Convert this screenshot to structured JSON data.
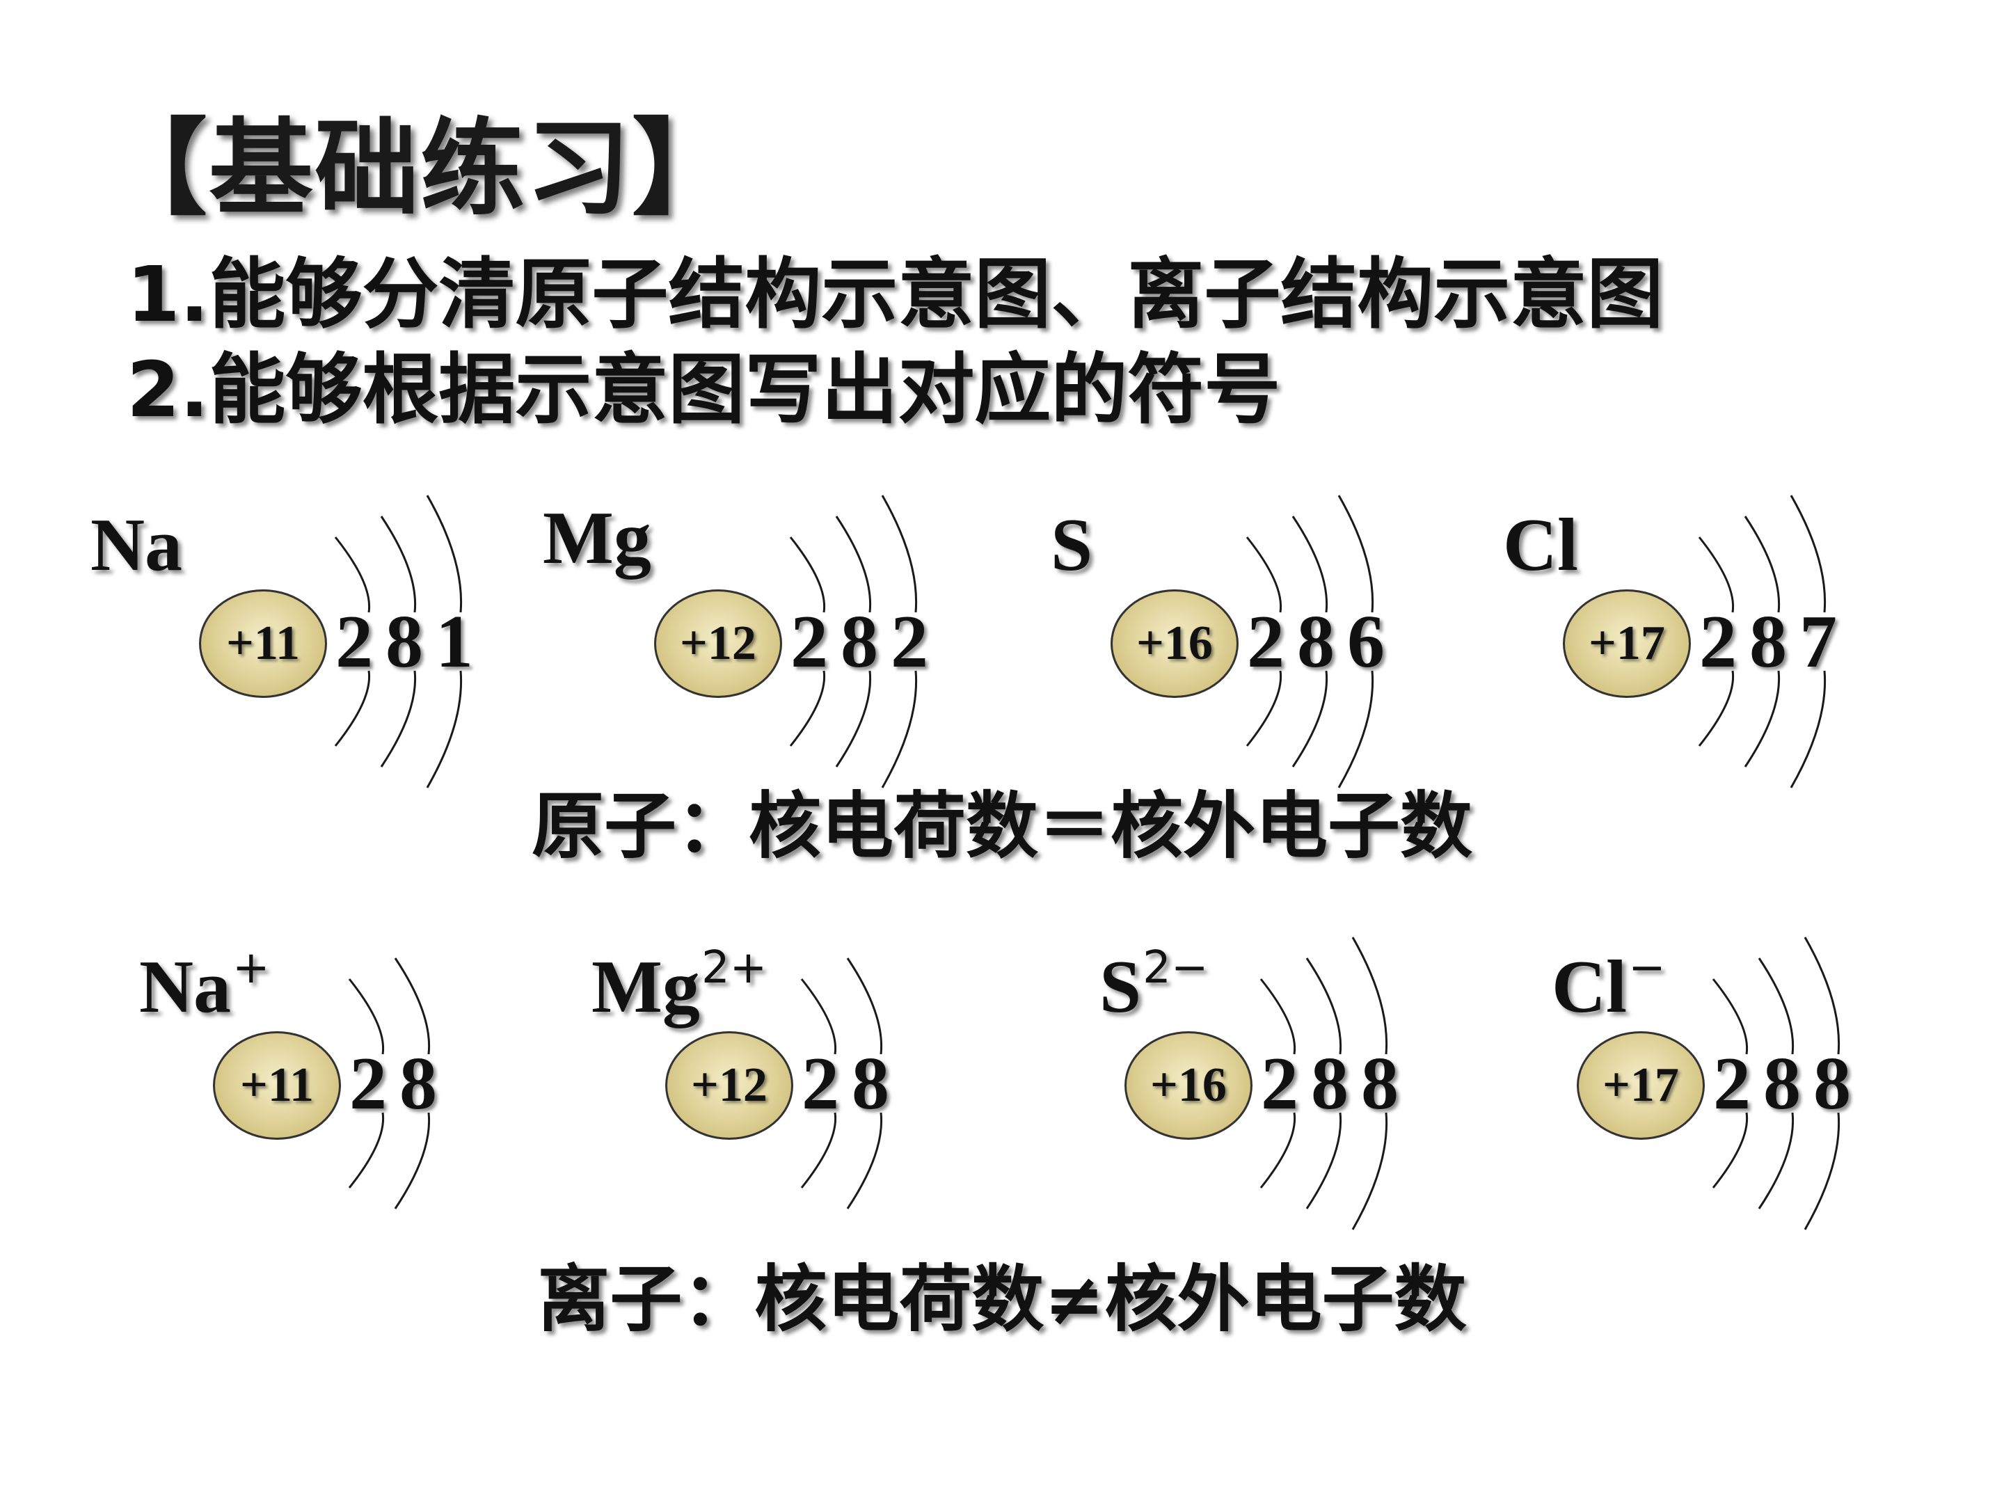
{
  "heading": "【基础练习】",
  "objectives": [
    "1.能够分清原子结构示意图、离子结构示意图",
    "2.能够根据示意图写出对应的符号"
  ],
  "atoms": [
    {
      "symbol": "Na",
      "charge_sup": "",
      "nucleus": "+11",
      "shells": [
        "2",
        "8",
        "1"
      ]
    },
    {
      "symbol": "Mg",
      "charge_sup": "",
      "nucleus": "+12",
      "shells": [
        "2",
        "8",
        "2"
      ]
    },
    {
      "symbol": "S",
      "charge_sup": "",
      "nucleus": "+16",
      "shells": [
        "2",
        "8",
        "6"
      ]
    },
    {
      "symbol": "Cl",
      "charge_sup": "",
      "nucleus": "+17",
      "shells": [
        "2",
        "8",
        "7"
      ]
    }
  ],
  "atom_rule": "原子：核电荷数＝核外电子数",
  "ions": [
    {
      "symbol": "Na",
      "charge_sup": "+",
      "nucleus": "+11",
      "shells": [
        "2",
        "8"
      ]
    },
    {
      "symbol": "Mg",
      "charge_sup": "2+",
      "nucleus": "+12",
      "shells": [
        "2",
        "8"
      ]
    },
    {
      "symbol": "S",
      "charge_sup": "2−",
      "nucleus": "+16",
      "shells": [
        "2",
        "8",
        "8"
      ]
    },
    {
      "symbol": "Cl",
      "charge_sup": "−",
      "nucleus": "+17",
      "shells": [
        "2",
        "8",
        "8"
      ]
    }
  ],
  "ion_rule": "离子：核电荷数≠核外电子数",
  "colors": {
    "nucleus_fill": "#e0d39a",
    "text": "#111111"
  }
}
